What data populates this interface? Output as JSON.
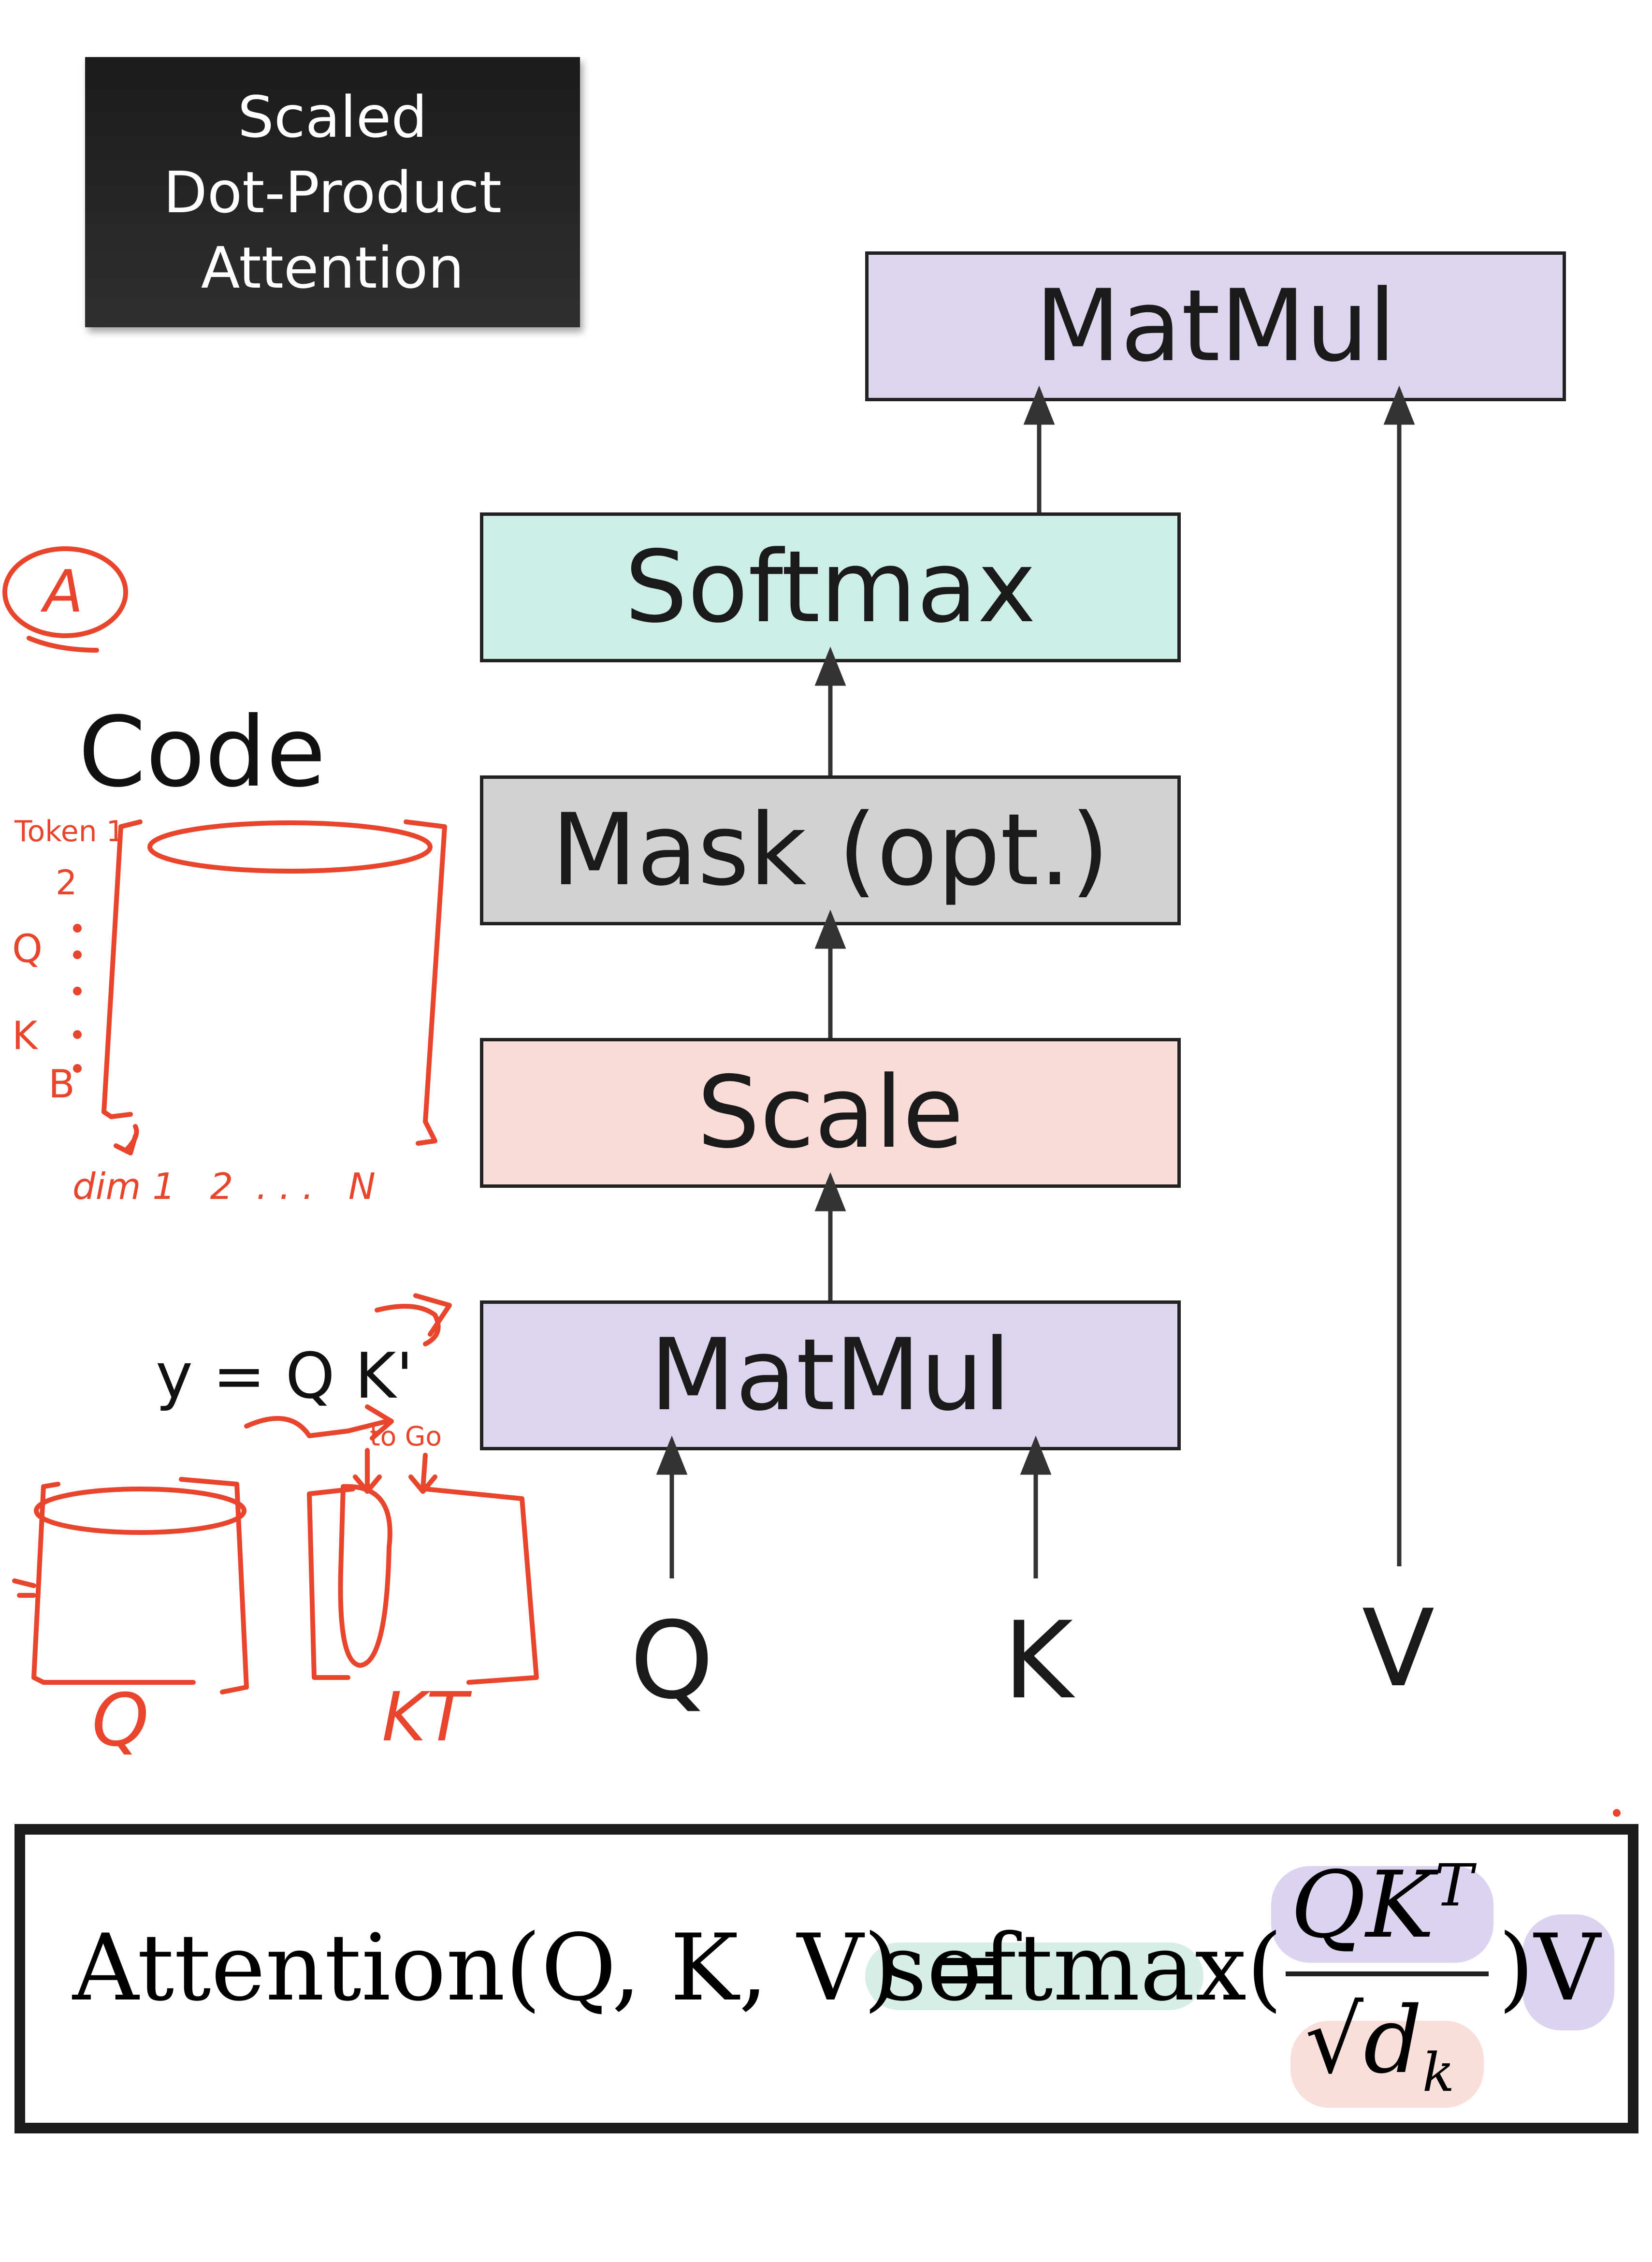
{
  "title_card": {
    "text": "Scaled\nDot-Product\nAttention"
  },
  "blocks": {
    "matmul_top": "MatMul",
    "softmax": "Softmax",
    "mask": "Mask (opt.)",
    "scale": "Scale",
    "matmul_bottom": "MatMul"
  },
  "inputs": {
    "q": "Q",
    "k": "K",
    "v": "V"
  },
  "annotations": {
    "circled_letter": "A",
    "code_heading": "Code",
    "equation": "y = Q K'",
    "rows_label_token": "Token 1",
    "rows_label_2": "2",
    "rows_label_b": "B",
    "side_label_q": "Q",
    "side_label_k": "K",
    "dims_label": "dim 1   2  . . .   N",
    "to_go": "to Go",
    "matrix_q": "Q",
    "matrix_kt": "KT"
  },
  "formula": {
    "lhs": "Attention(Q, K, V) =",
    "func": "softmax(",
    "numerator": "QK",
    "numerator_sup": "T",
    "denominator_root": "√d",
    "denominator_sub": "k",
    "close": ")V"
  },
  "colors": {
    "matmul_fill": "#ddd5ef",
    "softmax_fill": "#cdeee6",
    "mask_fill": "#d2d2d2",
    "scale_fill": "#f9dcd7",
    "ink_red": "#e8452c",
    "arrow": "#333333"
  }
}
